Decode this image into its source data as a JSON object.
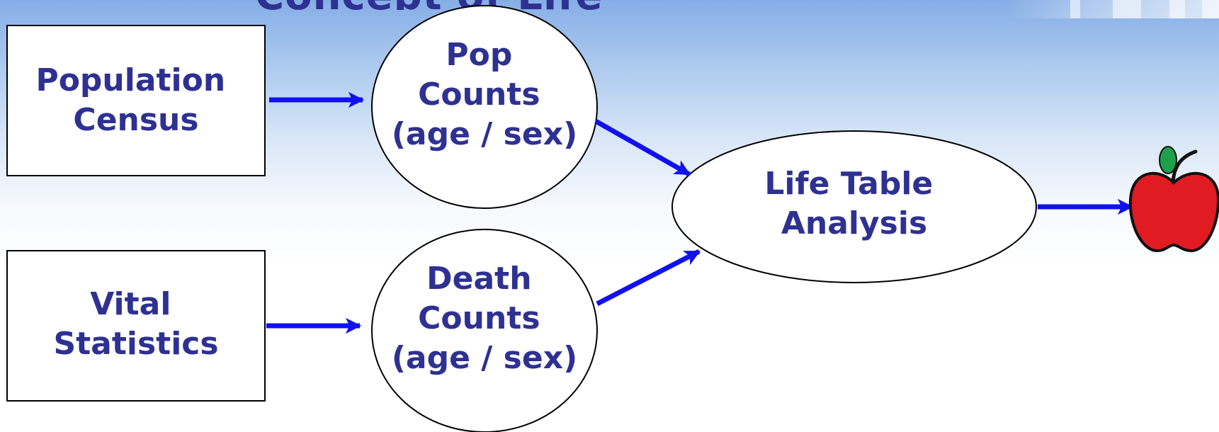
{
  "title_fragment": "Concept of Life Ta",
  "nodes": {
    "population_census": [
      "Population",
      "Census"
    ],
    "vital_statistics": [
      "Vital",
      "Statistics"
    ],
    "pop_counts": [
      "Pop",
      "Counts",
      "(age / sex)"
    ],
    "death_counts": [
      "Death",
      "Counts",
      "(age / sex)"
    ],
    "life_table_analysis": [
      "Life Table",
      "Analysis"
    ]
  },
  "colors": {
    "text": "#2e3192",
    "arrow": "#1010f0",
    "outline": "#000000",
    "apple_red": "#e11b22",
    "leaf_green": "#1fa04a"
  },
  "icons": [
    "apple-icon"
  ]
}
